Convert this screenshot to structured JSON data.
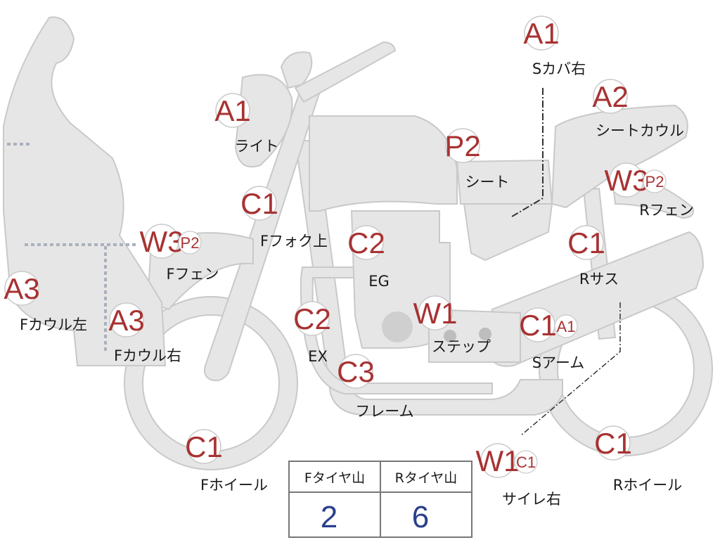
{
  "colors": {
    "part_fill": "#e6e6e6",
    "part_stroke": "#c9c9c9",
    "badge_fill": "#ffffff",
    "code_color": "#a83232",
    "label_color": "#1a1a1a",
    "table_value_color": "#2b3f8c",
    "table_border": "#777777"
  },
  "parts": [
    {
      "id": "s-cover-right",
      "code": "A1",
      "label": "Sカバ右"
    },
    {
      "id": "seat-cowl",
      "code": "A2",
      "label": "シートカウル"
    },
    {
      "id": "light",
      "code": "A1",
      "label": "ライト"
    },
    {
      "id": "seat",
      "code": "P2",
      "label": "シート"
    },
    {
      "id": "r-fender",
      "code": "W3",
      "sub": "P2",
      "label": "Rフェン"
    },
    {
      "id": "f-fork-upper",
      "code": "C1",
      "label": "Fフォク上"
    },
    {
      "id": "f-fender",
      "code": "W3",
      "sub": "P2",
      "label": "Fフェン"
    },
    {
      "id": "engine",
      "code": "C2",
      "label": "EG"
    },
    {
      "id": "r-suspension",
      "code": "C1",
      "label": "Rサス"
    },
    {
      "id": "f-cowl-left",
      "code": "A3",
      "label": "Fカウル左"
    },
    {
      "id": "exhaust",
      "code": "C2",
      "label": "EX"
    },
    {
      "id": "step",
      "code": "W1",
      "label": "ステップ"
    },
    {
      "id": "s-arm",
      "code": "C1",
      "sub": "A1",
      "label": "Sアーム"
    },
    {
      "id": "f-cowl-right",
      "code": "A3",
      "label": "Fカウル右"
    },
    {
      "id": "frame",
      "code": "C3",
      "label": "フレーム"
    },
    {
      "id": "f-wheel",
      "code": "C1",
      "label": "Fホイール"
    },
    {
      "id": "silencer-right",
      "code": "W1",
      "sub": "C1",
      "label": "サイレ右"
    },
    {
      "id": "r-wheel",
      "code": "C1",
      "label": "Rホイール"
    }
  ],
  "tire_table": {
    "front_header": "Fタイヤ山",
    "rear_header": "Rタイヤ山",
    "front_value": "2",
    "rear_value": "6"
  }
}
